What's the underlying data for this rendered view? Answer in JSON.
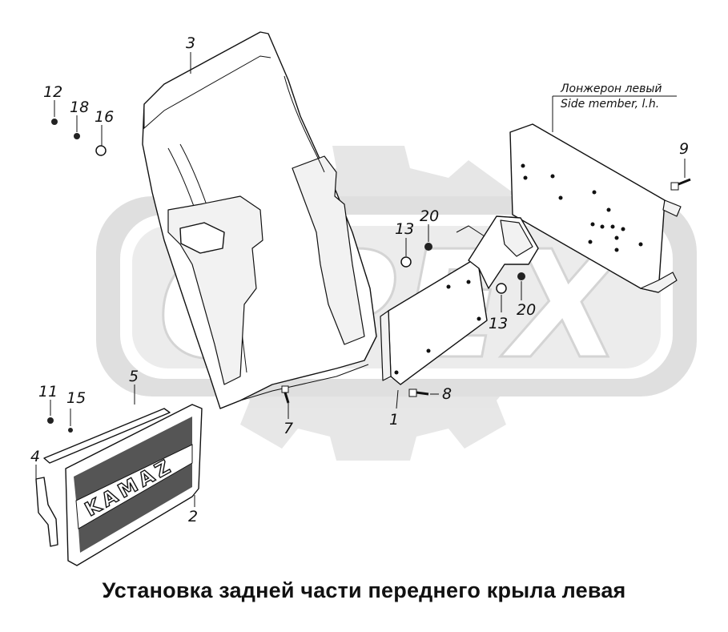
{
  "watermark": {
    "text": "OPEX",
    "color": "#d6d6d6"
  },
  "side_member_label": {
    "ru": "Лонжерон левый",
    "en": "Side member, l.h."
  },
  "callouts": {
    "c1": "1",
    "c2": "2",
    "c3": "3",
    "c4": "4",
    "c5": "5",
    "c7": "7",
    "c8": "8",
    "c9": "9",
    "c11": "11",
    "c12": "12",
    "c13a": "13",
    "c13b": "13",
    "c15": "15",
    "c16": "16",
    "c18": "18",
    "c20a": "20",
    "c20b": "20"
  },
  "mudflap_logo": "KAMAZ",
  "caption": "Установка задней части переднего крыла левая"
}
